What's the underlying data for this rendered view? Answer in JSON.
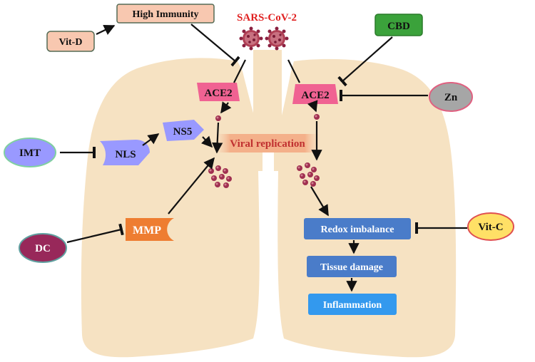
{
  "virus_label": "SARS-CoV-2",
  "nodes": {
    "high_immunity": "High Immunity",
    "vit_d": "Vit-D",
    "cbd": "CBD",
    "zn": "Zn",
    "ace2_left": "ACE2",
    "ace2_right": "ACE2",
    "imt": "IMT",
    "nls": "NLS",
    "ns5": "NS5",
    "viral_replication": "Viral replication",
    "mmp": "MMP",
    "dc": "DC",
    "vit_c": "Vit-C",
    "redox_imbalance": "Redox imbalance",
    "tissue_damage": "Tissue damage",
    "inflammation": "Inflammation"
  },
  "colors": {
    "lung": "#f6e2c2",
    "ace2": "#f06292",
    "purple_node": "#9999ff",
    "high_immunity_fill": "#f8c8b0",
    "cbd_fill": "#3ba23b",
    "zn_fill": "#a6a6a6",
    "dc_fill": "#98285a",
    "vit_c_fill": "#ffe066",
    "mmp_fill": "#ee7d31",
    "blue_box": "#4a7cc9",
    "inflammation_fill": "#3399ee",
    "virus": "#a03050",
    "virus_label_color": "#e02020"
  }
}
